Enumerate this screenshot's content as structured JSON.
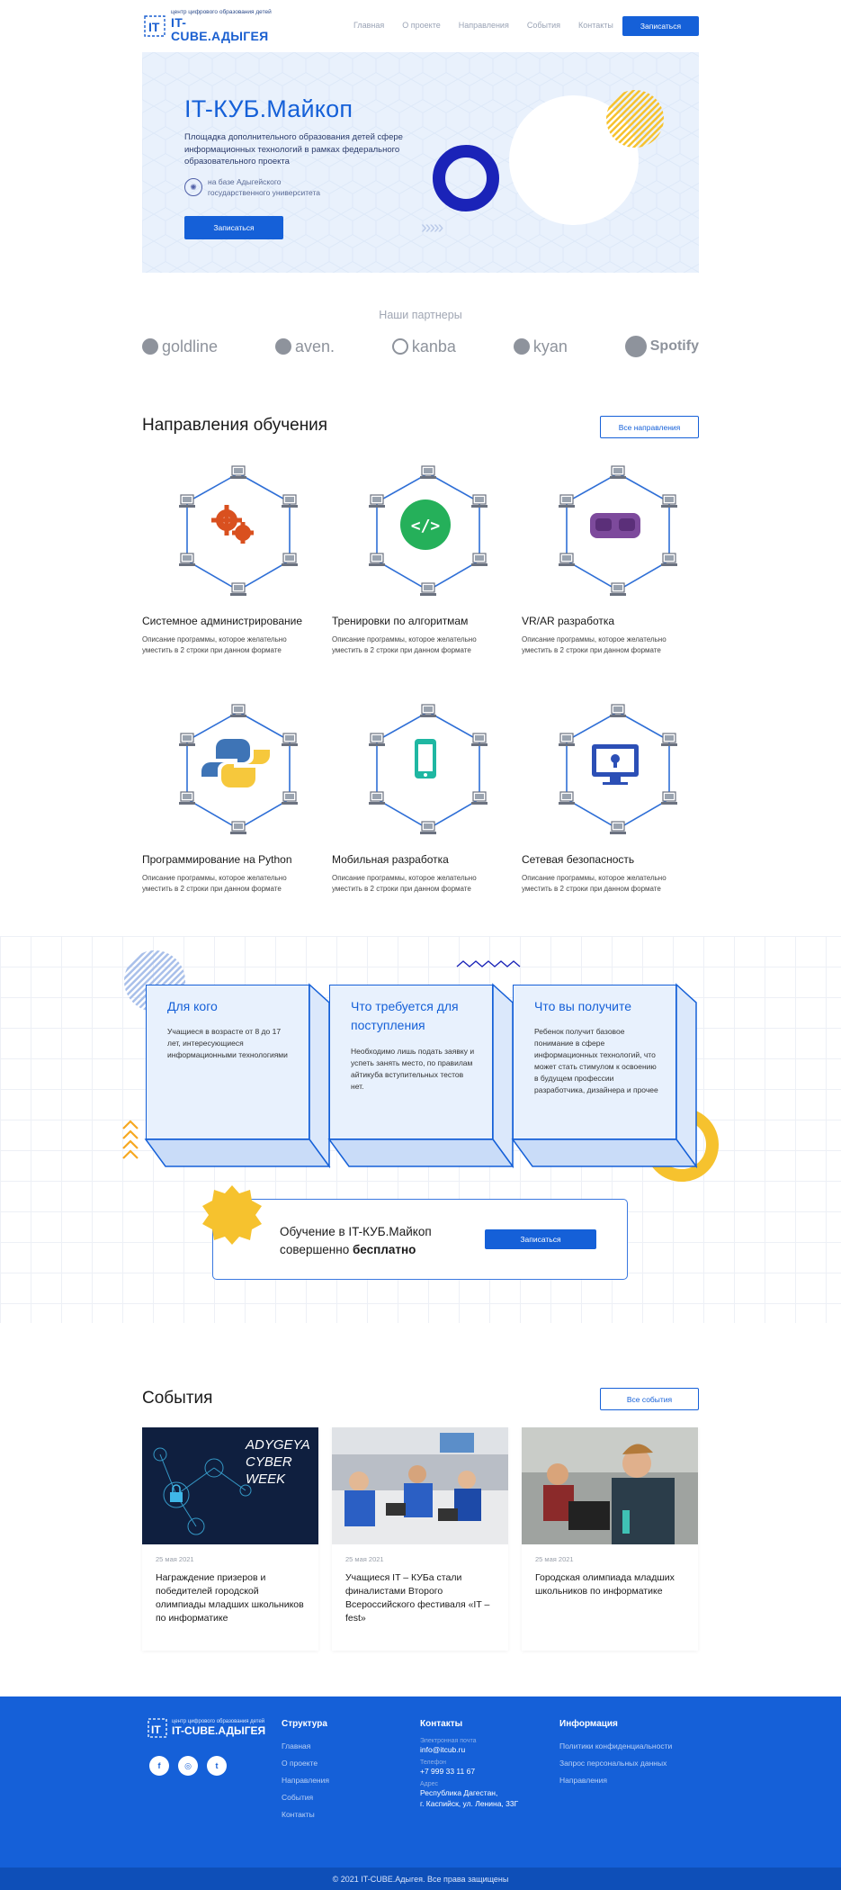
{
  "header": {
    "logo_small": "центр цифрового образования детей",
    "logo_big": "IT-CUBE.АДЫГЕЯ",
    "nav": [
      "Главная",
      "О проекте",
      "Направления",
      "События",
      "Контакты"
    ],
    "cta": "Записаться"
  },
  "hero": {
    "title": "IT-КУБ.Майкоп",
    "subtitle": "Площадка дополнительного образования детей сфере информационных технологий в рамках федерального образовательного проекта",
    "univ_line1": "на базе Адыгейского",
    "univ_line2": "государственного университета",
    "cta": "Записаться",
    "arrows": "›››››",
    "colors": {
      "accent": "#1560d8",
      "yellow": "#f6c22e",
      "navy": "#1a23b8"
    }
  },
  "partners": {
    "title": "Наши партнеры",
    "items": [
      "goldline",
      "aven.",
      "kanba",
      "kyan",
      "Spotify"
    ]
  },
  "directions": {
    "title": "Направления обучения",
    "all_button": "Все направления",
    "items": [
      {
        "name": "Системное администрирование",
        "desc": "Описание программы, которое желательно уместить в 2 строки при данном формате",
        "icon": "gears-icon"
      },
      {
        "name": "Тренировки по алгоритмам",
        "desc": "Описание программы, которое желательно уместить в 2 строки при данном формате",
        "icon": "code-icon"
      },
      {
        "name": "VR/AR разработка",
        "desc": "Описание программы, которое желательно уместить в 2 строки при данном формате",
        "icon": "vr-headset-icon"
      },
      {
        "name": "Программирование на Python",
        "desc": "Описание программы, которое желательно уместить в 2 строки при данном формате",
        "icon": "python-icon"
      },
      {
        "name": "Мобильная разработка",
        "desc": "Описание программы, которое желательно уместить в 2 строки при данном формате",
        "icon": "phone-icon"
      },
      {
        "name": "Сетевая безопасность",
        "desc": "Описание программы, которое желательно уместить в 2 строки при данном формате",
        "icon": "lock-monitor-icon"
      }
    ]
  },
  "info": {
    "cards": [
      {
        "title": "Для кого",
        "text": "Учащиеся в возрасте от 8 до 17 лет, интересующиеся информационными технологиями"
      },
      {
        "title": "Что требуется для поступления",
        "text": "Необходимо лишь подать заявку и успеть занять место, по правилам айтикуба вступительных тестов нет."
      },
      {
        "title": "Что вы получите",
        "text": "Ребенок получит базовое понимание в сфере информационных технологий, что может стать стимулом к освоению в будущем профессии разработчика, дизайнера и прочее"
      }
    ],
    "free_line1": "Обучение в IT-КУБ.Майкоп",
    "free_line2_a": "совершенно ",
    "free_line2_b": "бесплатно",
    "cta": "Записаться"
  },
  "events": {
    "title": "События",
    "all_button": "Все события",
    "items": [
      {
        "date": "25 мая 2021",
        "title": "Награждение призеров и победителей городской олимпиады младших школьников по информатике",
        "img_text": [
          "ADYGEYA",
          "CYBER",
          "WEEK"
        ]
      },
      {
        "date": "25 мая 2021",
        "title": "Учащиеся IT – КУБа стали финалистами Второго Всероссийского фестиваля «IT – fest»"
      },
      {
        "date": "25 мая 2021",
        "title": "Городская олимпиада младших школьников по информатике"
      }
    ]
  },
  "footer": {
    "logo_small": "центр цифрового образования детей",
    "logo_big": "IT-CUBE.АДЫГЕЯ",
    "social": [
      "f",
      "◎",
      "t"
    ],
    "structure": {
      "title": "Структура",
      "links": [
        "Главная",
        "О проекте",
        "Направления",
        "События",
        "Контакты"
      ]
    },
    "contacts": {
      "title": "Контакты",
      "email_label": "Электронная почта",
      "email": "info@itcub.ru",
      "phone_label": "Телефон",
      "phone": "+7 999 33 11 67",
      "address_label": "Адрес",
      "address1": "Республика Дагестан,",
      "address2": "г. Каспийск, ул. Ленина, 33Г"
    },
    "info": {
      "title": "Информация",
      "links": [
        "Политики конфиденциальности",
        "Запрос персональных данных",
        "Направления"
      ]
    },
    "copyright": "© 2021 IT-CUBE.Адыгея. Все права защищены"
  }
}
